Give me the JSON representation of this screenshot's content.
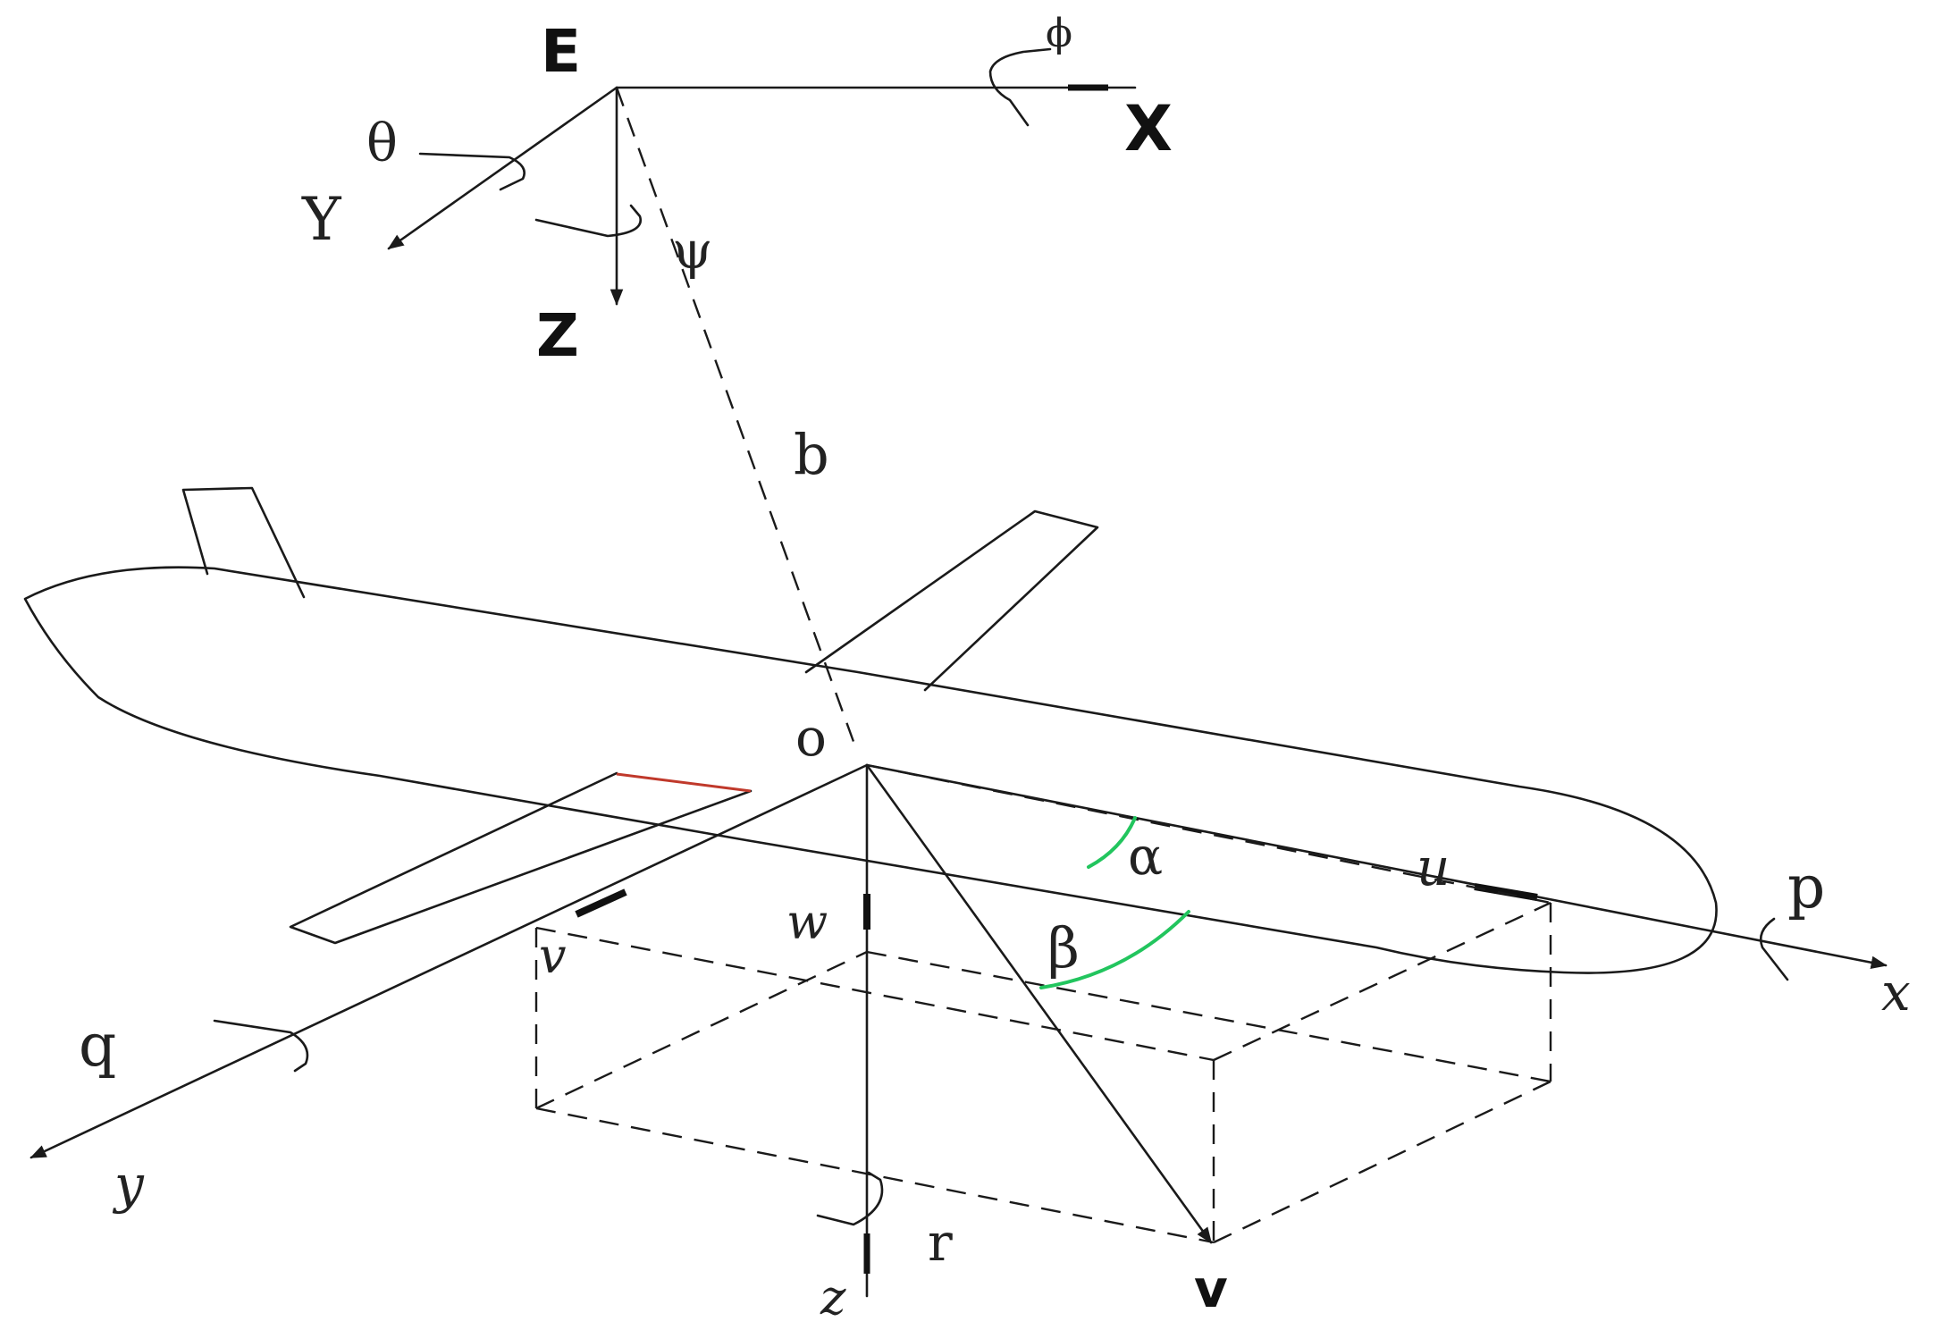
{
  "earth_frame": {
    "origin": "E",
    "x_axis": "X",
    "y_axis": "Y",
    "z_axis": "Z",
    "roll_angle": "ϕ",
    "pitch_angle": "θ",
    "yaw_angle": "ψ"
  },
  "position_vector": "b",
  "body_frame": {
    "origin": "o",
    "x_axis": "x",
    "y_axis": "y",
    "z_axis": "z",
    "roll_rate": "p",
    "pitch_rate": "q",
    "yaw_rate": "r"
  },
  "velocity": {
    "total": "v",
    "u": "u",
    "v_component": "v",
    "w": "w"
  },
  "angles": {
    "attack": "α",
    "sideslip": "β"
  },
  "colors": {
    "lines": "#1a1a1a",
    "angle_arcs": "#22c55e",
    "wing_edge": "#c0392b"
  }
}
